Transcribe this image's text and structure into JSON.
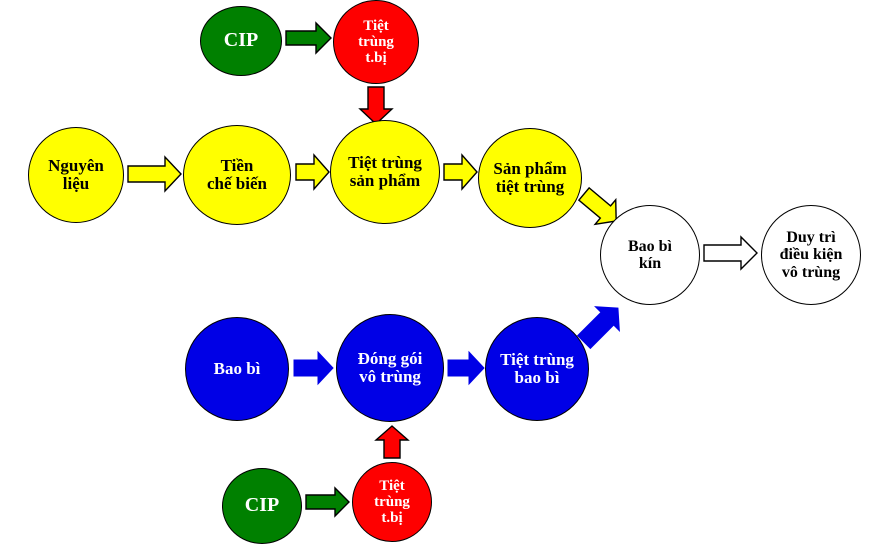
{
  "diagram": {
    "description": "Aseptic processing flow diagram (Vietnamese)",
    "colors": {
      "green": "#008000",
      "red": "#fe0000",
      "yellow": "#ffff00",
      "blue": "#0000e6",
      "white": "#ffffff"
    },
    "nodes": [
      {
        "id": "cip-top",
        "label": "CIP",
        "color": "green"
      },
      {
        "id": "sterilize-equipment-top",
        "label": "Tiệt\ntrùng\nt.bị",
        "color": "red"
      },
      {
        "id": "raw-material",
        "label": "Nguyên\nliệu",
        "color": "yellow"
      },
      {
        "id": "pre-processing",
        "label": "Tiền\nchế biến",
        "color": "yellow"
      },
      {
        "id": "sterilize-product",
        "label": "Tiệt trùng\nsản phẩm",
        "color": "yellow"
      },
      {
        "id": "sterilized-product",
        "label": "Sản phẩm\ntiệt trùng",
        "color": "yellow"
      },
      {
        "id": "sealed-package",
        "label": "Bao bì\nkín",
        "color": "white"
      },
      {
        "id": "maintain-aseptic-condition",
        "label": "Duy trì\nđiều kiện\nvô trùng",
        "color": "white"
      },
      {
        "id": "packaging",
        "label": "Bao bì",
        "color": "blue"
      },
      {
        "id": "aseptic-packing",
        "label": "Đóng gói\nvô trùng",
        "color": "blue"
      },
      {
        "id": "sterilize-packaging",
        "label": "Tiệt trùng\nbao bì",
        "color": "blue"
      },
      {
        "id": "cip-bottom",
        "label": "CIP",
        "color": "green"
      },
      {
        "id": "sterilize-equipment-bottom",
        "label": "Tiệt\ntrùng\nt.bị",
        "color": "red"
      }
    ],
    "edges": [
      {
        "from": "cip-top",
        "to": "sterilize-equipment-top",
        "color": "green"
      },
      {
        "from": "sterilize-equipment-top",
        "to": "sterilize-product",
        "color": "red"
      },
      {
        "from": "raw-material",
        "to": "pre-processing",
        "color": "yellow"
      },
      {
        "from": "pre-processing",
        "to": "sterilize-product",
        "color": "yellow"
      },
      {
        "from": "sterilize-product",
        "to": "sterilized-product",
        "color": "yellow"
      },
      {
        "from": "sterilized-product",
        "to": "sealed-package",
        "color": "yellow"
      },
      {
        "from": "sealed-package",
        "to": "maintain-aseptic-condition",
        "color": "white"
      },
      {
        "from": "packaging",
        "to": "aseptic-packing",
        "color": "blue"
      },
      {
        "from": "aseptic-packing",
        "to": "sterilize-packaging",
        "color": "blue"
      },
      {
        "from": "sterilize-packaging",
        "to": "sealed-package",
        "color": "blue"
      },
      {
        "from": "cip-bottom",
        "to": "sterilize-equipment-bottom",
        "color": "green"
      },
      {
        "from": "sterilize-equipment-bottom",
        "to": "aseptic-packing",
        "color": "red"
      }
    ]
  }
}
